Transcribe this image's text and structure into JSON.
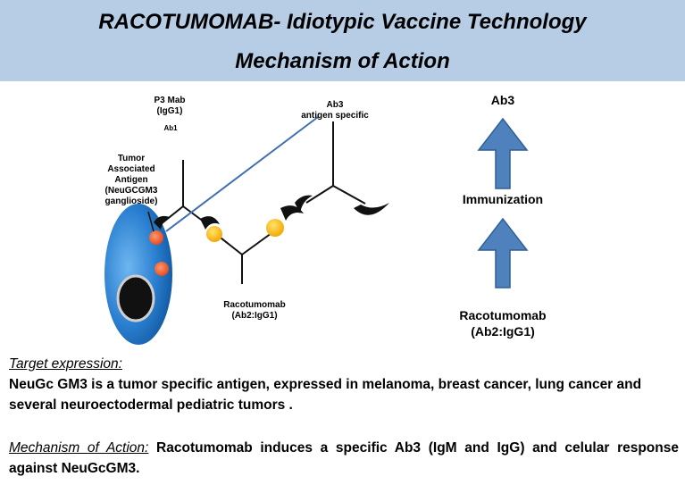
{
  "header": {
    "title_line1": "RACOTUMOMAB- Idiotypic Vaccine Technology",
    "title_line2": "Mechanism of Action"
  },
  "diagram": {
    "p3_mab": "P3 Mab",
    "p3_mab_isotype": "(IgG1)",
    "ab1": "Ab1",
    "taa_line1": "Tumor",
    "taa_line2": "Associated",
    "taa_line3": "Antigen",
    "taa_line4": "(NeuGCGM3",
    "taa_line5": "ganglioside)",
    "ab3": "Ab3",
    "ab3_sub": "antigen specific",
    "racotumomab": "Racotumomab",
    "racotumomab_sub": "(Ab2:IgG1)"
  },
  "flow": {
    "top": "Ab3",
    "middle": "Immunization",
    "bottom_line1": "Racotumomab",
    "bottom_line2": "(Ab2:IgG1)",
    "arrow_color": "#4f81bd"
  },
  "text": {
    "target_heading": "Target expression:",
    "target_body": "NeuGc GM3 is a tumor specific antigen, expressed in melanoma, breast cancer, lung cancer and several neuroectodermal pediatric  tumors .",
    "moa_heading": "Mechanism of Action:",
    "moa_body": " Racotumomab induces a specific Ab3 (IgM and IgG) and celular response against NeuGcGM3."
  }
}
